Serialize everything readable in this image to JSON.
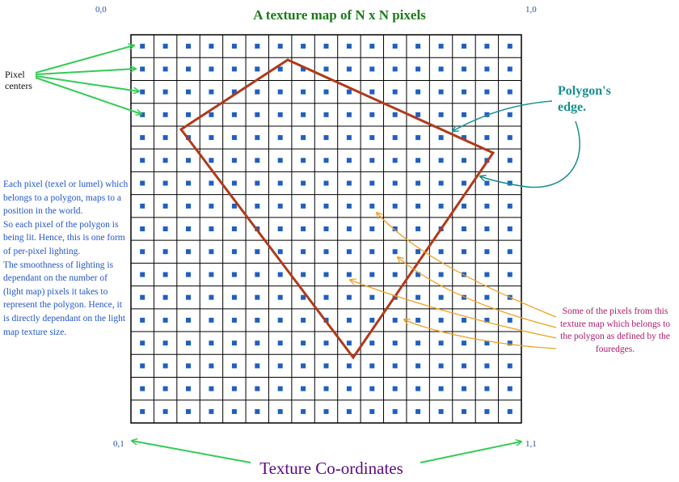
{
  "title": "A texture map of N x N pixels",
  "corners": {
    "top_left": "0,0",
    "top_right": "1,0",
    "bottom_left": "0,1",
    "bottom_right": "1,1"
  },
  "labels": {
    "pixel_centers": "Pixel centers",
    "polygon_edge": "Polygon's edge.",
    "bottom_axis": "Texture Co-ordinates"
  },
  "description": [
    "Each pixel (texel or lumel) which belongs to a polygon, maps to a position in the world.",
    "So each pixel of the polygon is being lit. Hence, this is one form of per-pixel lighting.",
    "The smoothness of lighting is dependant on the number of (light map) pixels it takes to represent the polygon. Hence, it is directly dependant on the light map texture size."
  ],
  "note": "Some of the pixels from this texture map which belongs to the polygon as defined by the fouredges.",
  "grid": {
    "columns": 17,
    "rows": 17
  },
  "colors": {
    "title": "#1a7a1a",
    "corner_labels": "#1f4fb0",
    "pixel_center": "#1f5fc0",
    "grid_line": "#000000",
    "polygon_edge": "#b03a1a",
    "green_arrows": "#33cc55",
    "teal_callout": "#178f8f",
    "orange_arrows": "#f0a020",
    "description_text": "#2255cc",
    "note_text": "#b0186a",
    "bottom_title": "#5a0a80",
    "pixel_centers_label": "#111111"
  }
}
